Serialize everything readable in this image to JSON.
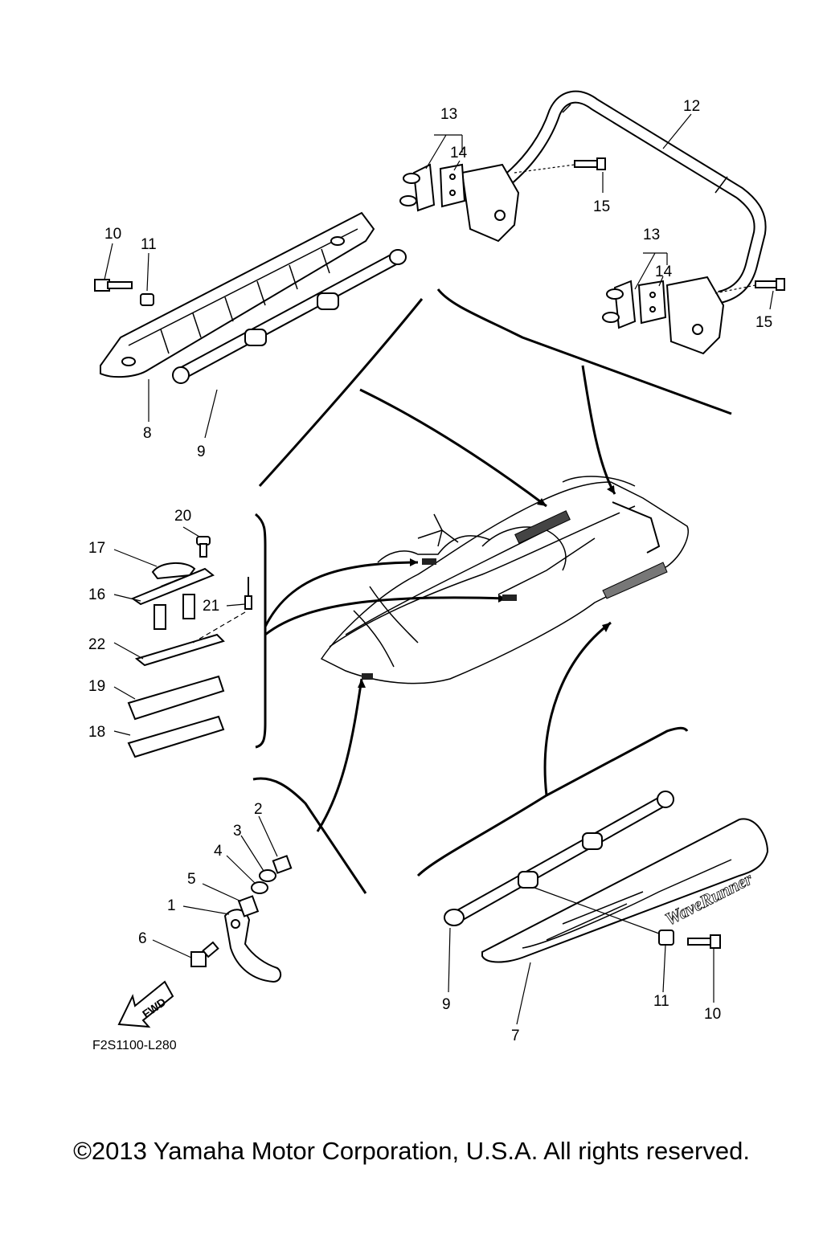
{
  "diagram": {
    "callouts": [
      {
        "id": "c-13a",
        "text": "13"
      },
      {
        "id": "c-14a",
        "text": "14"
      },
      {
        "id": "c-12",
        "text": "12"
      },
      {
        "id": "c-15a",
        "text": "15"
      },
      {
        "id": "c-13b",
        "text": "13"
      },
      {
        "id": "c-14b",
        "text": "14"
      },
      {
        "id": "c-15b",
        "text": "15"
      },
      {
        "id": "c-10a",
        "text": "10"
      },
      {
        "id": "c-11a",
        "text": "11"
      },
      {
        "id": "c-8",
        "text": "8"
      },
      {
        "id": "c-9a",
        "text": "9"
      },
      {
        "id": "c-20",
        "text": "20"
      },
      {
        "id": "c-17",
        "text": "17"
      },
      {
        "id": "c-16",
        "text": "16"
      },
      {
        "id": "c-21",
        "text": "21"
      },
      {
        "id": "c-22",
        "text": "22"
      },
      {
        "id": "c-19",
        "text": "19"
      },
      {
        "id": "c-18",
        "text": "18"
      },
      {
        "id": "c-2",
        "text": "2"
      },
      {
        "id": "c-3",
        "text": "3"
      },
      {
        "id": "c-4",
        "text": "4"
      },
      {
        "id": "c-5",
        "text": "5"
      },
      {
        "id": "c-1",
        "text": "1"
      },
      {
        "id": "c-6",
        "text": "6"
      },
      {
        "id": "c-9b",
        "text": "9"
      },
      {
        "id": "c-11b",
        "text": "11"
      },
      {
        "id": "c-10b",
        "text": "10"
      },
      {
        "id": "c-7",
        "text": "7"
      }
    ],
    "fwd_label": "FWD",
    "brand_text": "WaveRunner",
    "diagram_code": "F2S1100-L280"
  },
  "footer": {
    "copyright": "©2013 Yamaha Motor Corporation, U.S.A. All rights reserved."
  }
}
